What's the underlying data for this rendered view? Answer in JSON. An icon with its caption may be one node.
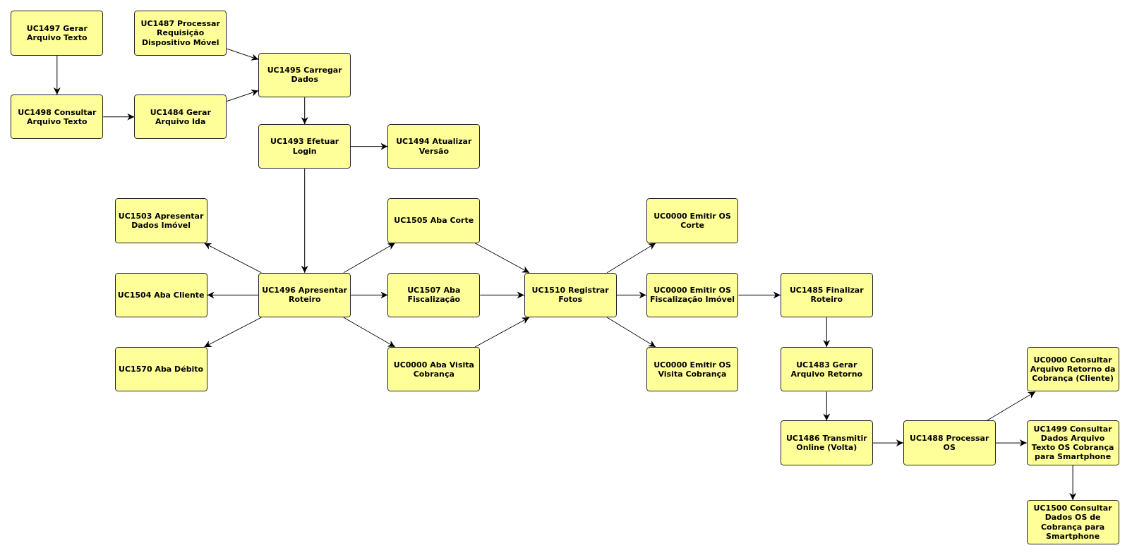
{
  "diagram": {
    "nodes": [
      {
        "text": [
          "UC1497 Gerar Arquivo Texto"
        ]
      },
      {
        "text": [
          "UC1487 Processar Requisição Dispositivo Móvel"
        ]
      },
      {
        "text": [
          "UC1495 Carregar Dados"
        ]
      },
      {
        "text": [
          "UC1498 Consultar Arquivo Texto"
        ]
      },
      {
        "text": [
          "UC1484 Gerar Arquivo Ida"
        ]
      },
      {
        "text": [
          "UC1493 Efetuar Login"
        ]
      },
      {
        "text": [
          "UC1494 Atualizar Versão"
        ]
      },
      {
        "text": [
          "UC1503 Apresentar Dados Imóvel"
        ]
      },
      {
        "text": [
          "UC1505 Aba Corte"
        ]
      },
      {
        "text": [
          "UC0000 Emitir OS Corte"
        ]
      },
      {
        "text": [
          "UC1504 Aba Cliente"
        ]
      },
      {
        "text": [
          "UC1496 Apresentar Roteiro"
        ]
      },
      {
        "text": [
          "UC1507 Aba Fiscalização"
        ]
      },
      {
        "text": [
          "UC1510 Registrar Fotos"
        ]
      },
      {
        "text": [
          "UC0000 Emitir OS Fiscalização Imóvel"
        ]
      },
      {
        "text": [
          "UC1485 Finalizar Roteiro"
        ]
      },
      {
        "text": [
          "UC1570 Aba Débito"
        ]
      },
      {
        "text": [
          "UC0000 Aba Visita Cobrança"
        ]
      },
      {
        "text": [
          "UC0000 Emitir OS Visita Cobrança"
        ]
      },
      {
        "text": [
          "UC1483 Gerar Arquivo Retorno"
        ]
      },
      {
        "text": [
          "UC0000 Consultar Arquivo Retorno da Cobrança (Cliente)"
        ]
      },
      {
        "text": [
          "UC1486 Transmitir Online (Volta)"
        ]
      },
      {
        "text": [
          "UC1488 Processar OS"
        ]
      },
      {
        "text": [
          "UC1499 Consultar Dados Arquivo Texto OS Cobrança para Smartphone"
        ]
      },
      {
        "text": [
          "UC1500 Consultar Dados OS de Cobrança para Smartphone"
        ]
      }
    ],
    "edges": [
      {
        "from": 0,
        "to": 3,
        "arrow": "to"
      },
      {
        "from": 3,
        "to": 4,
        "arrow": "to"
      },
      {
        "from": 1,
        "to": 2,
        "arrow": "to"
      },
      {
        "from": 4,
        "to": 2,
        "arrow": "to"
      },
      {
        "from": 2,
        "to": 5,
        "arrow": "to"
      },
      {
        "from": 5,
        "to": 6,
        "arrow": "to"
      },
      {
        "from": 5,
        "to": 11,
        "arrow": "to"
      },
      {
        "from": 11,
        "to": 7,
        "arrow": "to"
      },
      {
        "from": 11,
        "to": 10,
        "arrow": "to"
      },
      {
        "from": 11,
        "to": 16,
        "arrow": "to"
      },
      {
        "from": 11,
        "to": 8,
        "arrow": "to"
      },
      {
        "from": 11,
        "to": 12,
        "arrow": "to"
      },
      {
        "from": 11,
        "to": 17,
        "arrow": "to"
      },
      {
        "from": 8,
        "to": 13,
        "arrow": "to"
      },
      {
        "from": 12,
        "to": 13,
        "arrow": "to"
      },
      {
        "from": 17,
        "to": 13,
        "arrow": "to"
      },
      {
        "from": 13,
        "to": 9,
        "arrow": "to"
      },
      {
        "from": 13,
        "to": 14,
        "arrow": "to"
      },
      {
        "from": 13,
        "to": 18,
        "arrow": "to"
      },
      {
        "from": 14,
        "to": 15,
        "arrow": "to"
      },
      {
        "from": 15,
        "to": 19,
        "arrow": "to"
      },
      {
        "from": 19,
        "to": 21,
        "arrow": "to"
      },
      {
        "from": 21,
        "to": 22,
        "arrow": "to"
      },
      {
        "from": 22,
        "to": 20,
        "arrow": "to"
      },
      {
        "from": 22,
        "to": 23,
        "arrow": "to"
      },
      {
        "from": 23,
        "to": 24,
        "arrow": "to"
      }
    ]
  }
}
